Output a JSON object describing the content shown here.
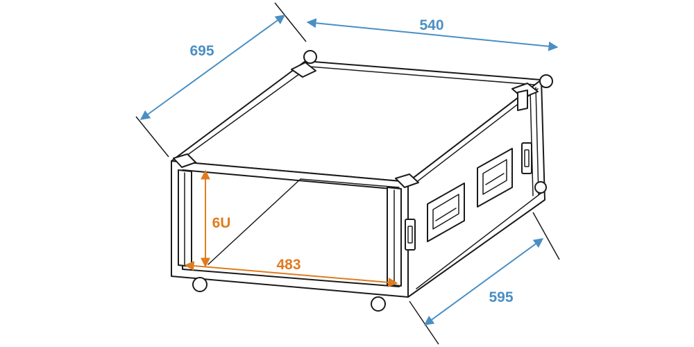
{
  "colors": {
    "external_dimension": "#4a8fc4",
    "internal_dimension": "#e07b1f",
    "outline": "#1a1a1a"
  },
  "dimensions": {
    "depth_outer": "695",
    "width_outer": "540",
    "depth_inner": "595",
    "width_inner": "483",
    "height_units": "6U"
  }
}
